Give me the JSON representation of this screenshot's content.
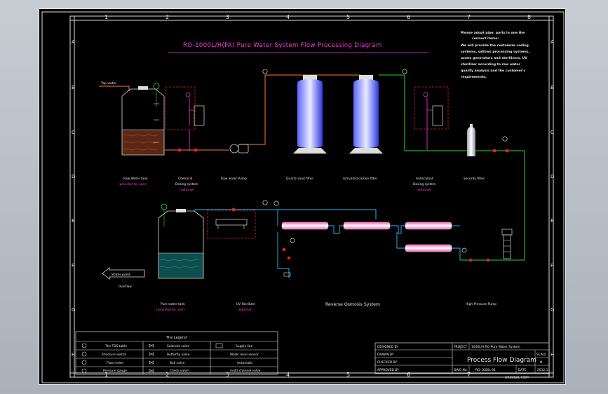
{
  "title": "RO-1000L/H(FA) Pure Water System Flow Processing Diagram",
  "frame": {
    "col_numbers": [
      "1",
      "2",
      "3",
      "4",
      "5",
      "6",
      "7",
      "8"
    ],
    "row_letters": [
      "A",
      "B",
      "C",
      "D",
      "E",
      "F",
      "G",
      "H"
    ]
  },
  "notes": [
    "Please adopt pipe, parts in one the",
    "connect items:",
    "We will provide the customize coding",
    "systems, sallows processing systems,",
    "ozone generators and sterilizers, UV",
    "sterilizer according to raw water",
    "quality analysis and the customer's",
    "requirements."
  ],
  "feed_label": "Tap water",
  "components": {
    "raw_tank": "Raw Water tank",
    "raw_tank_note": "(provided by user)",
    "desc_doser_1": "Chemical",
    "desc_doser_1b": "Dosing system",
    "desc_doser_1c": "(optional)",
    "pump": "Raw water Pump",
    "sand_filter": "Quartz sand filter",
    "carbon_filter": "Activated carbon filter",
    "doser2_a": "Antiscalant",
    "doser2_b": "Dosing system",
    "doser2_c": "(optional)",
    "security_filter": "Security filter",
    "pure_tank": "Pure water tank",
    "pure_tank_note": "(provided by user)",
    "uv": "UV Sterilizer",
    "uv_note": "(optional)",
    "ro": "Reverse Osmosis System",
    "hp_pump": "High Pressure Pump",
    "water_point": "Water point",
    "overflow": "Overflow"
  },
  "legend": {
    "title": "The Legend",
    "rows": [
      [
        "The TDS table",
        "Solenoid valve",
        "Supply line"
      ],
      [
        "Pressure switch",
        "Butterfly valve",
        "Water level sensor"
      ],
      [
        "Flow meter",
        "Ball valve",
        "Automatic"
      ],
      [
        "Pressure gauge",
        "Check valve",
        "multi-channel valve"
      ]
    ]
  },
  "titleblock": {
    "designed": "DESIGNED BY",
    "drawn": "DRAWN BY",
    "checked": "CHECKED BY",
    "approved": "APPROVED BY",
    "project_label": "PROJECT",
    "project_value": "1000L/H RO Pure Water System",
    "drawing_title": "Process Flow Diagram",
    "scale_label": "SCALE",
    "scale_value": "N",
    "dwg_label": "DWG No.",
    "dwg_value": "RO-1000L-01",
    "date_label": "DATE",
    "date_value": "2012.1",
    "footer": "ORIGINAL COPY"
  },
  "colors": {
    "title": "#ff3ce0",
    "feed_pipe": "#ff7a2a",
    "treated_pipe": "#2bd52b",
    "ro_pipe": "#29b9ff",
    "dosing_frame": "#e22222",
    "vessel_blue": "#3a43ff"
  }
}
